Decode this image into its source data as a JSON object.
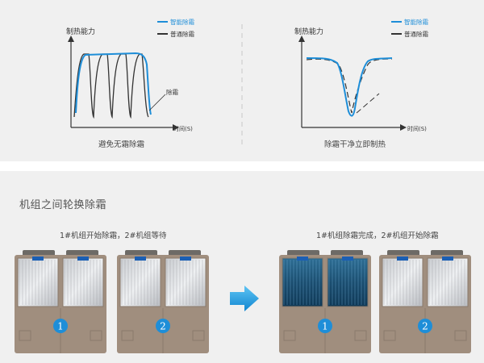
{
  "charts": [
    {
      "ylabel": "制热能力",
      "xlabel": "时间(S)",
      "legend": [
        {
          "label": "智能除霜",
          "color": "#1e8ed8"
        },
        {
          "label": "普通除霜",
          "color": "#333333"
        }
      ],
      "annotation": "除霜",
      "caption": "避免无霜除霜"
    },
    {
      "ylabel": "制热能力",
      "xlabel": "时间(S)",
      "legend": [
        {
          "label": "智能除霜",
          "color": "#1e8ed8"
        },
        {
          "label": "普通除霜",
          "color": "#333333"
        }
      ],
      "caption": "除霜干净立即制热"
    }
  ],
  "section": {
    "title": "机组之间轮换除霜",
    "left_caption": "1#机组开始除霜，2#机组等待",
    "right_caption": "1#机组除霜完成，2#机组开始除霜"
  },
  "units": {
    "left": [
      {
        "number": "1",
        "coil": "frosted"
      },
      {
        "number": "2",
        "coil": "frosted"
      }
    ],
    "right": [
      {
        "number": "1",
        "coil": "clean"
      },
      {
        "number": "2",
        "coil": "frosted"
      }
    ]
  },
  "colors": {
    "accent_blue": "#1e8ed8",
    "dark_line": "#333333",
    "panel_bg": "#f0f0f0",
    "unit_body": "#a08e7e",
    "badge": "#1e8ed8",
    "arrow": "#1aa0e4"
  },
  "icons": {
    "transition_arrow": "arrow-right-icon"
  }
}
